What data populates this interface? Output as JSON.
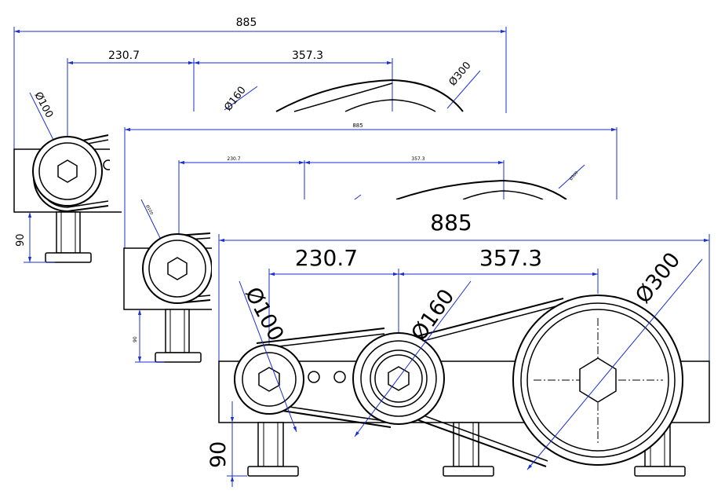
{
  "drawing": {
    "overall_length": "885",
    "offset_small_to_mid": "230.7",
    "offset_mid_to_large": "357.3",
    "small_pulley_dia": "Ø100",
    "mid_pulley_dia": "Ø160",
    "large_pulley_dia": "Ø300",
    "foot_height": "90"
  },
  "colors": {
    "dimension_line": "#1a2fd6",
    "outline": "#000000",
    "background": "#ffffff"
  }
}
